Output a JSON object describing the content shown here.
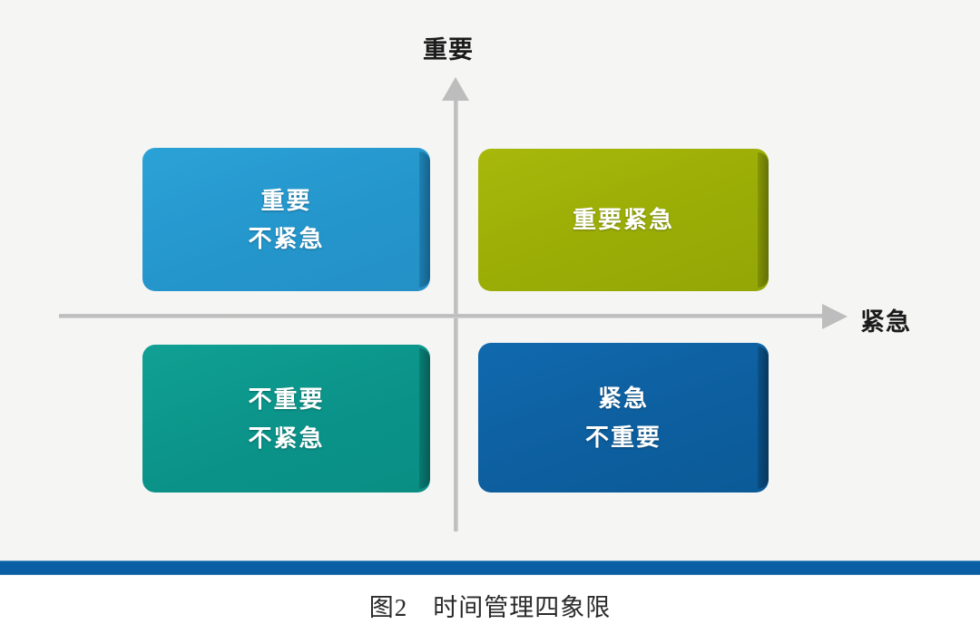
{
  "figure": {
    "background_color": "#f5f5f4",
    "caption": "图2　时间管理四象限",
    "divider_color": "#0a5ea3"
  },
  "axes": {
    "vertical": {
      "label": "重要",
      "arrow_direction": "up",
      "color": "#bdbdbd"
    },
    "horizontal": {
      "label": "紧急",
      "arrow_direction": "right",
      "color": "#bdbdbd"
    }
  },
  "chart_data": {
    "type": "diagram",
    "title": "图2　时间管理四象限",
    "xlabel": "紧急",
    "ylabel": "重要",
    "quadrants": [
      {
        "id": "important-not-urgent",
        "position": "top-left",
        "lines": [
          "重要",
          "不紧急"
        ],
        "color": "#2496cc",
        "shadow_color": "#0c4669"
      },
      {
        "id": "important-urgent",
        "position": "top-right",
        "lines": [
          "重要紧急"
        ],
        "color": "#9aad06",
        "shadow_color": "#464e04"
      },
      {
        "id": "not-important-not-urgent",
        "position": "bottom-left",
        "lines": [
          "不重要",
          "不紧急"
        ],
        "color": "#0b9389",
        "shadow_color": "#033c37"
      },
      {
        "id": "urgent-not-important",
        "position": "bottom-right",
        "lines": [
          "紧急",
          "不重要"
        ],
        "color": "#0d5f9f",
        "shadow_color": "#04243e"
      }
    ],
    "legend": "none",
    "grid": false
  }
}
